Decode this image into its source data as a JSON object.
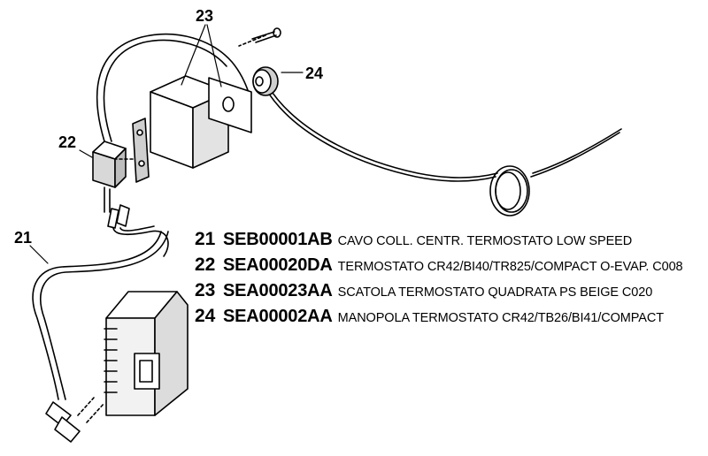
{
  "callouts": {
    "c21": "21",
    "c22": "22",
    "c23": "23",
    "c24": "24"
  },
  "legend": [
    {
      "num": "21",
      "code": "SEB00001AB",
      "desc": "CAVO COLL. CENTR. TERMOSTATO LOW SPEED"
    },
    {
      "num": "22",
      "code": "SEA00020DA",
      "desc": "TERMOSTATO CR42/BI40/TR825/COMPACT O-EVAP. C008"
    },
    {
      "num": "23",
      "code": "SEA00023AA",
      "desc": "SCATOLA TERMOSTATO QUADRATA PS BEIGE C020"
    },
    {
      "num": "24",
      "code": "SEA00002AA",
      "desc": "MANOPOLA TERMOSTATO CR42/TB26/BI41/COMPACT"
    }
  ]
}
